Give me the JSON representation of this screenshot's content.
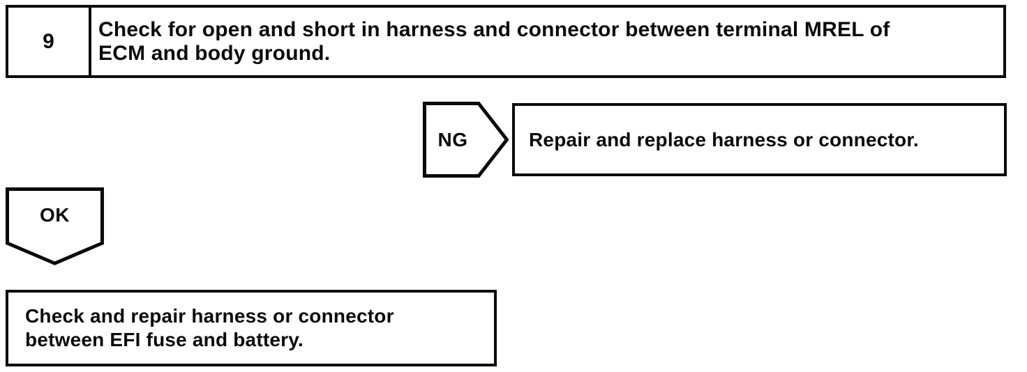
{
  "page": {
    "background": "#ffffff",
    "ink": "#0a0a0a"
  },
  "flowchart": {
    "step": {
      "number": "9",
      "instruction": "Check for open and short in harness and connector between terminal MREL of\nECM and body ground."
    },
    "ng": {
      "label": "NG",
      "action": "Repair and replace harness or connector."
    },
    "ok": {
      "label": "OK",
      "action": "Check and repair harness or connector\nbetween EFI fuse and battery."
    }
  }
}
